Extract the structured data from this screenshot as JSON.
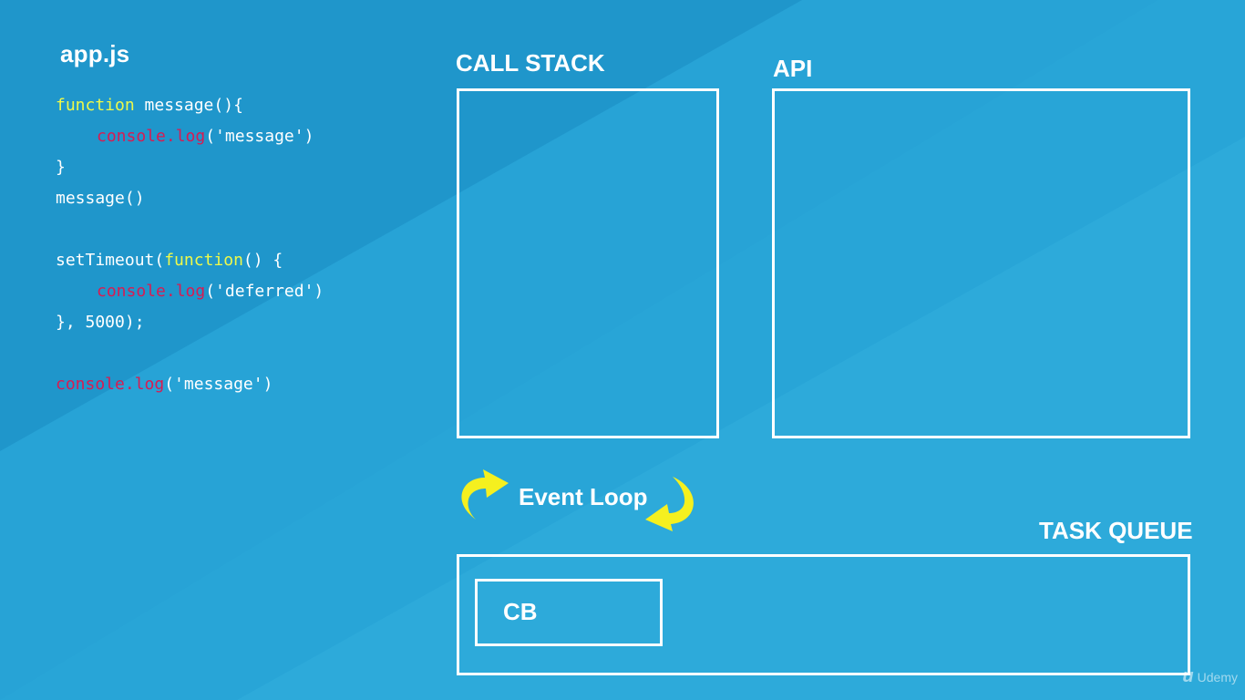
{
  "colors": {
    "background": "#27a3d6",
    "keyword": "#eef94a",
    "builtin": "#d81b52",
    "arrow": "#f5f01f",
    "text": "#ffffff"
  },
  "editor": {
    "file_name": "app.js",
    "code": {
      "l1_kw": "function",
      "l1_rest": " message(){",
      "l2_fn": "console.log",
      "l2_rest": "('message')",
      "l3": "}",
      "l4": "message()",
      "l6_a": "setTimeout(",
      "l6_kw": "function",
      "l6_b": "() {",
      "l7_fn": "console.log",
      "l7_rest": "('deferred')",
      "l8": "}, 5000);",
      "l10_fn": "console.log",
      "l10_rest": "('message')"
    }
  },
  "diagram": {
    "call_stack_label": "CALL STACK",
    "api_label": "API",
    "event_loop_label": "Event Loop",
    "task_queue_label": "TASK QUEUE",
    "task_queue_items": [
      "CB"
    ]
  },
  "watermark": {
    "logo_icon": "udemy-logo-icon",
    "text": "Udemy"
  }
}
